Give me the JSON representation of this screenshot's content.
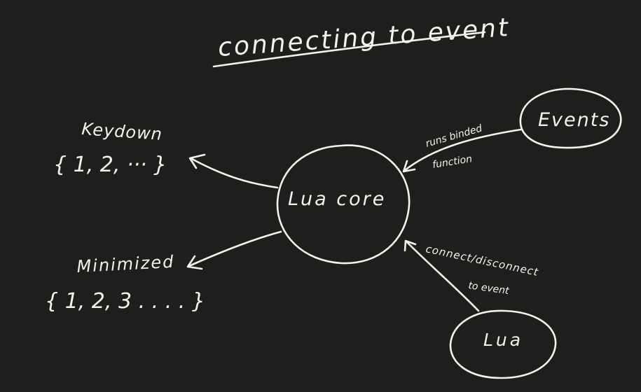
{
  "title": "connecting to event",
  "colors": {
    "background": "#1f1e1c",
    "ink": "#f4f2ee"
  },
  "nodes": {
    "core": {
      "label": "Lua core"
    },
    "events": {
      "label": "Events"
    },
    "lua": {
      "label": "Lua"
    },
    "keydown": {
      "label": "Keydown",
      "items": "{ 1, 2, ··· }"
    },
    "minimized": {
      "label": "Minimized",
      "items": "{ 1, 2, 3 . . . . }"
    }
  },
  "edges": {
    "events_to_core": {
      "label_line1": "runs binded",
      "label_line2": "function"
    },
    "lua_to_core": {
      "label_line1": "connect/disconnect",
      "label_line2": "to event"
    }
  }
}
